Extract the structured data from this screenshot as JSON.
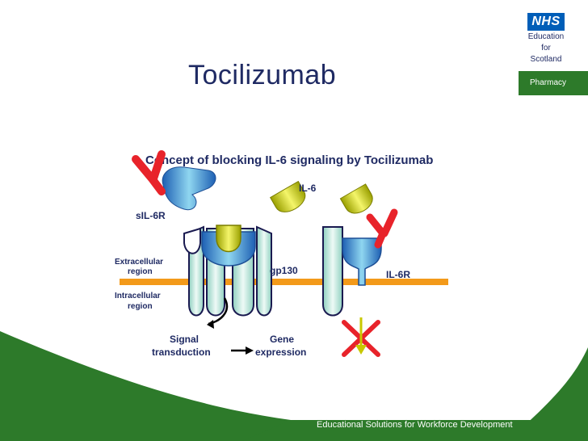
{
  "slide": {
    "title": "Tocilizumab",
    "tag": "Pharmacy",
    "footer": "Educational Solutions for Workforce Development"
  },
  "logo": {
    "mark": "NHS",
    "line1": "Education",
    "line2": "for",
    "line3": "Scotland"
  },
  "figure": {
    "heading": "Concept of blocking IL-6 signaling by Tocilizumab",
    "labels": {
      "sil6r": "sIL-6R",
      "il6": "IL-6",
      "gp130": "gp130",
      "il6r": "IL-6R",
      "extra1": "Extracellular",
      "extra2": "region",
      "intra1": "Intracellular",
      "intra2": "region",
      "signal1": "Signal",
      "signal2": "transduction",
      "gene1": "Gene",
      "gene2": "expression"
    }
  },
  "colors": {
    "green": "#2d7a2a",
    "membrane": "#f39a1a",
    "antibody": "#e8232a",
    "il6": "#d6d800",
    "receptor": "#2f7fd1",
    "gp130": "#bfe4da",
    "navy": "#1f2a63"
  }
}
